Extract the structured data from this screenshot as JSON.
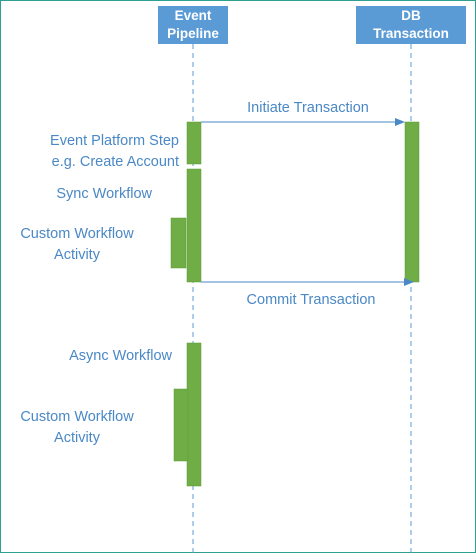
{
  "participants": {
    "event_pipeline": {
      "line1": "Event",
      "line2": "Pipeline"
    },
    "db_transaction": {
      "line1": "DB",
      "line2": "Transaction"
    }
  },
  "messages": {
    "initiate": "Initiate Transaction",
    "commit": "Commit Transaction"
  },
  "steps": {
    "event_platform_line1": "Event Platform Step",
    "event_platform_line2": "e.g. Create Account",
    "sync_workflow": "Sync Workflow",
    "custom_activity_1_line1": "Custom Workflow",
    "custom_activity_1_line2": "Activity",
    "async_workflow": "Async Workflow",
    "custom_activity_2_line1": "Custom Workflow",
    "custom_activity_2_line2": "Activity"
  },
  "colors": {
    "header_fill": "#5b9bd5",
    "activation_fill": "#70ad47",
    "activation_stroke": "#5a9a32",
    "lifeline": "#5b9bd5",
    "arrow": "#4a88c6",
    "label_text": "#4a88c6",
    "border": "#2e9f91"
  }
}
